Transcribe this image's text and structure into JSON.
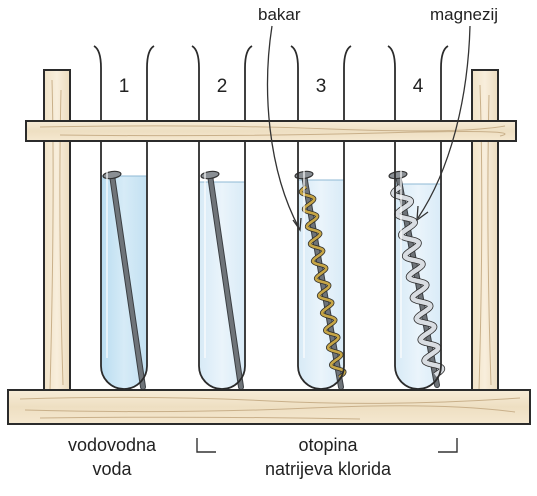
{
  "tubes": [
    {
      "number": "1"
    },
    {
      "number": "2"
    },
    {
      "number": "3"
    },
    {
      "number": "4"
    }
  ],
  "labels": {
    "copper": "bakar",
    "magnesium": "magnezij",
    "tap_water_line1": "vodovodna",
    "tap_water_line2": "voda",
    "salt_line1": "otopina",
    "salt_line2": "natrijeva klorida"
  },
  "colors": {
    "wood_fill": "#f4e7cf",
    "wood_outline": "#2b2b2b",
    "water": "#c5e2f3",
    "water_light": "#dcecf7",
    "nail": "#6f7479",
    "copper_wire": "#c7a646",
    "magnesium_ribbon": "#d9dde2"
  }
}
